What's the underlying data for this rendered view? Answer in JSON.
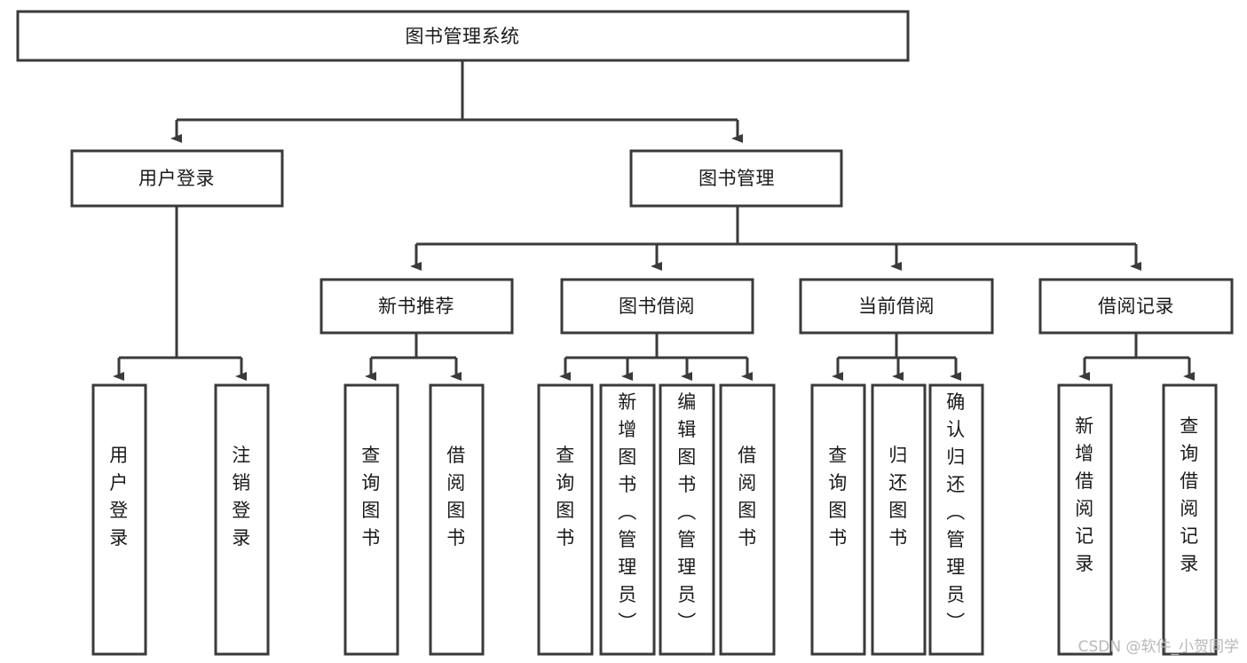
{
  "diagram": {
    "type": "tree-hierarchy",
    "orientation": "top-down",
    "title": "图书管理系统",
    "colors": {
      "stroke": "#3a3a3a",
      "fill": "#ffffff",
      "text": "#1a1a1a",
      "watermark": "#b8b8b8",
      "background": "#ffffff"
    },
    "root": {
      "label": "图书管理系统"
    },
    "level1": [
      {
        "label": "用户登录"
      },
      {
        "label": "图书管理"
      }
    ],
    "level2": [
      {
        "label": "新书推荐"
      },
      {
        "label": "图书借阅"
      },
      {
        "label": "当前借阅"
      },
      {
        "label": "借阅记录"
      }
    ],
    "leaves": {
      "user_login": [
        {
          "label": "用户登录"
        },
        {
          "label": "注销登录"
        }
      ],
      "new_book_recommend": [
        {
          "label": "查询图书"
        },
        {
          "label": "借阅图书"
        }
      ],
      "book_borrow": [
        {
          "label": "查询图书"
        },
        {
          "label": "新增图书（管理员）"
        },
        {
          "label": "编辑图书（管理员）"
        },
        {
          "label": "借阅图书"
        }
      ],
      "current_borrow": [
        {
          "label": "查询图书"
        },
        {
          "label": "归还图书"
        },
        {
          "label": "确认归还（管理员）"
        }
      ],
      "borrow_record": [
        {
          "label": "新增借阅记录"
        },
        {
          "label": "查询借阅记录"
        }
      ]
    }
  },
  "watermark": {
    "text": "CSDN @软件_小贺同学"
  }
}
